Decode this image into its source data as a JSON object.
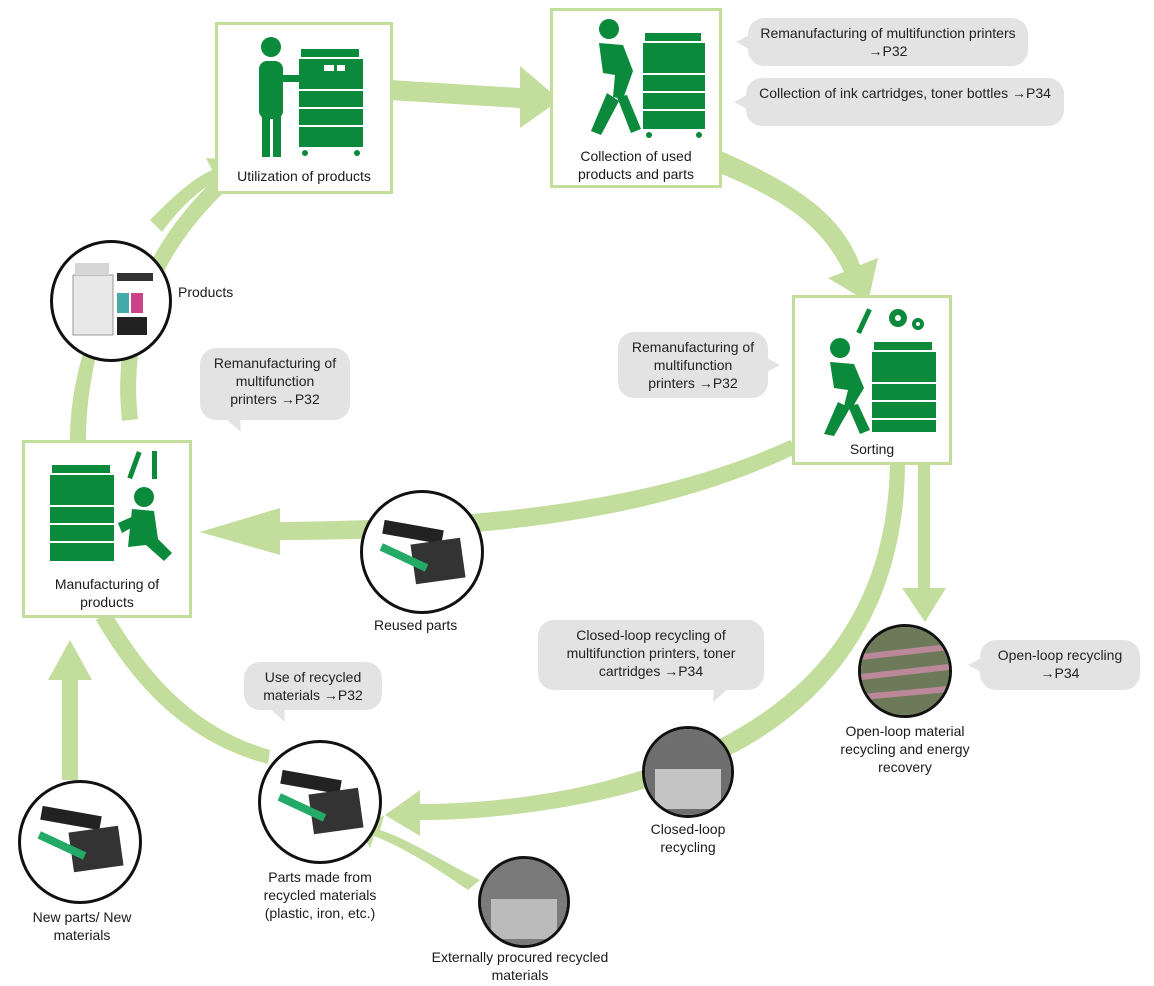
{
  "colors": {
    "arrow": "#c3dd9c",
    "icon": "#0a8a3a",
    "bubble": "#e3e3e3",
    "border": "#c3dd9c"
  },
  "stages": {
    "utilization": "Utilization of products",
    "collection": "Collection of used products and parts",
    "sorting": "Sorting",
    "manufacturing": "Manufacturing of products"
  },
  "items": {
    "products": "Products",
    "reused_parts": "Reused parts",
    "parts_recycled": "Parts made from recycled materials (plastic, iron, etc.)",
    "new_parts": "New parts/ New materials",
    "external": "Externally procured recycled materials",
    "closed_loop": "Closed-loop recycling",
    "open_loop": "Open-loop material recycling and energy recovery"
  },
  "bubbles": {
    "remanufacturing_top": "Remanufacturing of multifunction printers →P32",
    "collection_ink": "Collection of ink cartridges, toner bottles →P34",
    "remanufacturing_sorting": "Remanufacturing of multifunction printers →P32",
    "remanufacturing_left": "Remanufacturing of multifunction printers →P32",
    "recycled_materials": "Use of recycled materials →P32",
    "closed_loop_note": "Closed-loop recycling of multifunction printers, toner cartridges →P34",
    "open_loop_note": "Open-loop recycling →P34"
  },
  "icons": [
    "printer-icon",
    "person-icon",
    "wrench-icon",
    "screwdriver-icon",
    "gear-icon",
    "toner-parts-icon",
    "scrap-material-icon"
  ]
}
